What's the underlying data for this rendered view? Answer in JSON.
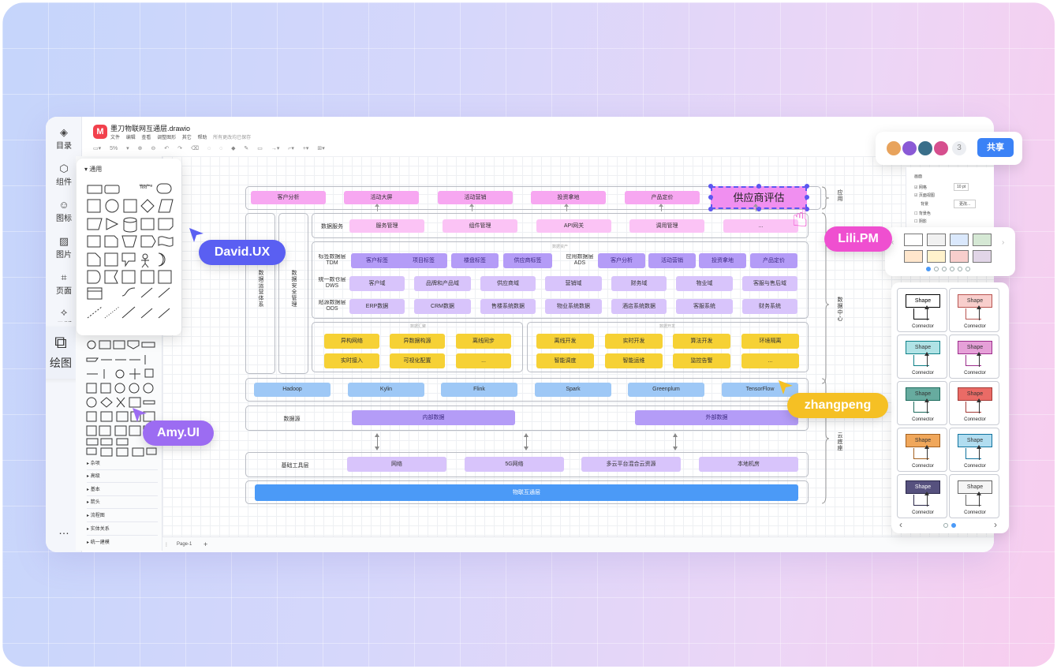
{
  "app": {
    "doc_title": "墨刀物联网互通层.drawio",
    "menu": [
      "文件",
      "编辑",
      "查看",
      "调整图形",
      "其它",
      "帮助"
    ],
    "saved_status": "所有更改均已保存",
    "toolbar": [
      "▭▾",
      "5%",
      "▾",
      "⊕",
      "⊖",
      "↶",
      "↷",
      "⌫",
      "◌",
      "◌",
      "◆",
      "✎",
      "▭",
      "→▾",
      "⌐▾",
      "+▾",
      "⊞▾"
    ],
    "page_tab": "Page-1",
    "page_menu": "⋮",
    "add_page": "+"
  },
  "leftnav": {
    "items": [
      {
        "label": "目录",
        "icon": "◈"
      },
      {
        "label": "组件",
        "icon": "⬡"
      },
      {
        "label": "图标",
        "icon": "☺"
      },
      {
        "label": "图片",
        "icon": "▨"
      },
      {
        "label": "页面",
        "icon": "⌗"
      },
      {
        "label": "母版",
        "icon": "⟡"
      }
    ],
    "active": {
      "label": "绘图",
      "icon": "⧉"
    },
    "more": "…"
  },
  "shapes": {
    "section_title": "通用",
    "text_label": "Text",
    "heading_label": "Heading",
    "categories": [
      "杂项",
      "高级",
      "基本",
      "箭头",
      "流程图",
      "实体关系",
      "统一建模"
    ]
  },
  "users": {
    "david": "David.UX",
    "amy": "Amy.UI",
    "lili": "Lili.PM",
    "zhangpeng": "zhangpeng",
    "david_color": "#5a5ff2",
    "amy_color": "#9c6cf2",
    "lili_color": "#ef4fd0",
    "zhangpeng_color": "#f5c024"
  },
  "share": {
    "count": "3",
    "button": "共享"
  },
  "props": {
    "title": "画面",
    "grid": "网格",
    "grid_value": "10 pt",
    "page_view": "页面视图",
    "background": "背景",
    "change": "更改...",
    "bg_color": "背景色",
    "shadow": "阴影"
  },
  "palette": {
    "colors": [
      "#ffffff",
      "#f1f1f1",
      "#dae8fc",
      "#d5e8d4",
      "#ffe6cc",
      "#fff2cc",
      "#f8cecc",
      "#e1d5e7"
    ]
  },
  "styles": {
    "shape_label": "Shape",
    "connector_label": "Connector",
    "cells": [
      {
        "fill": "#ffffff",
        "stroke": "#000000",
        "text": "#000000"
      },
      {
        "fill": "#f8cecc",
        "stroke": "#b85450",
        "text": "#333333"
      },
      {
        "fill": "#b0e3e6",
        "stroke": "#0e8088",
        "text": "#333333"
      },
      {
        "fill": "#e6a0d8",
        "stroke": "#9c2d8c",
        "text": "#333333"
      },
      {
        "fill": "#67ab9f",
        "stroke": "#1c6b5d",
        "text": "#333333"
      },
      {
        "fill": "#ea6b66",
        "stroke": "#a33a36",
        "text": "#333333"
      },
      {
        "fill": "#f0a75b",
        "stroke": "#a3601f",
        "text": "#333333"
      },
      {
        "fill": "#b1ddf0",
        "stroke": "#10739e",
        "text": "#333333"
      },
      {
        "fill": "#56517e",
        "stroke": "#2b284a",
        "text": "#ffffff"
      },
      {
        "fill": "#f5f5f5",
        "stroke": "#666666",
        "text": "#333333"
      }
    ],
    "prev": "‹",
    "next": "›"
  },
  "diagram": {
    "app_layer": [
      "客户分析",
      "活动大屏",
      "活动营销",
      "投资拿地",
      "产品定价"
    ],
    "selected": "供应商评估",
    "side_app": "应用",
    "side_data": "数据中心",
    "side_cloud": "云底座",
    "ops_system": "数据运营体系",
    "security": "数据安全管理",
    "service_label": "数据服务",
    "services": [
      "服务管理",
      "组件管理",
      "API网关",
      "调用管理",
      "..."
    ],
    "asset_title": "数据资产",
    "tdm_label": "标签数据层 TDM",
    "tdm": [
      "客户标签",
      "项目标签",
      "楼盘标签",
      "供应商标签"
    ],
    "ads_label": "应用数据层 ADS",
    "ads": [
      "客户分析",
      "活动营销",
      "投资拿地",
      "产品定价"
    ],
    "dws_label": "统一数仓层 DWS",
    "dws": [
      "客户域",
      "品牌和产品域",
      "供应商域",
      "营销域",
      "财务域",
      "物业域",
      "客服与售后域"
    ],
    "ods_label": "贴源数据层 ODS",
    "ods": [
      "ERP数据",
      "CRM数据",
      "售楼系统数据",
      "物业系统数据",
      "酒店系统数据",
      "客服系统",
      "财务系统"
    ],
    "collect_title": "数据汇聚",
    "collect": [
      "异构网络",
      "异数据构源",
      "离线同步",
      "实时接入",
      "可视化配置",
      "..."
    ],
    "dev_title": "数据开发",
    "dev": [
      "离线开发",
      "实时开发",
      "算法开发",
      "环境隔离",
      "智能调度",
      "智能运维",
      "监控告警",
      "..."
    ],
    "bigdata": [
      "Hadoop",
      "Kylin",
      "Flink",
      "Spark",
      "Greenplum",
      "TensorFlow"
    ],
    "source_label": "数据源",
    "internal": "内部数据",
    "external": "外部数据",
    "infra_label": "基础工具层",
    "infra": [
      "网络",
      "5G网络",
      "多云平台混合云资源",
      "本地机房"
    ],
    "iot": "物联互通层"
  }
}
